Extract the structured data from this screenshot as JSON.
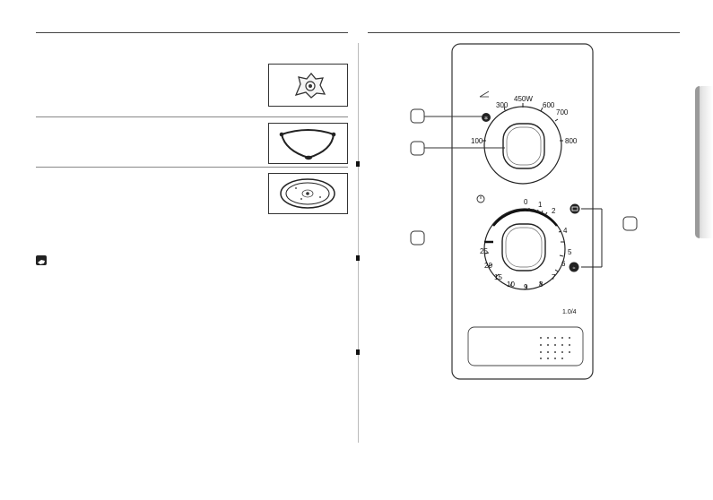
{
  "power_labels": [
    "300",
    "450W",
    "600",
    "700",
    "800",
    "100"
  ],
  "timer_labels": [
    "0",
    "1",
    "2",
    "4",
    "5",
    "6",
    "7",
    "8",
    "9",
    "10",
    "15",
    "20",
    "25"
  ],
  "panel_note": "1.0/4",
  "icons": [
    "turntable-coupler-icon",
    "roller-ring-icon",
    "turntable-icon",
    "note-icon",
    "power-level-icon",
    "clock-icon",
    "defrost-icon",
    "cook-icon"
  ]
}
